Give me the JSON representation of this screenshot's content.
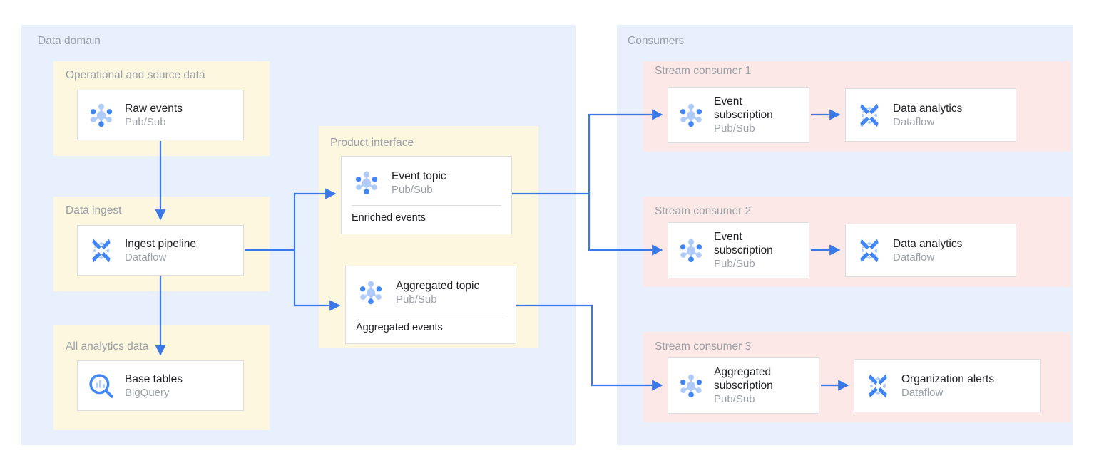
{
  "theme": {
    "panel_outer_bg": "#e8f0fe",
    "panel_yellow_bg": "#fef7e0",
    "panel_pink_bg": "#fce8e6",
    "card_bg": "#ffffff",
    "card_border": "#dadce0",
    "title_color": "#9aa0a6",
    "text_color": "#202124",
    "arrow_color": "#4285f4",
    "icon_dark_blue": "#4285f4",
    "icon_light_blue": "#aecbfa"
  },
  "domains": {
    "data_domain": {
      "title": "Data domain",
      "groups": {
        "operational": {
          "title": "Operational and source data",
          "card": {
            "title": "Raw events",
            "subtitle": "Pub/Sub",
            "icon": "pubsub-icon"
          }
        },
        "data_ingest": {
          "title": "Data ingest",
          "card": {
            "title": "Ingest pipeline",
            "subtitle": "Dataflow",
            "icon": "dataflow-icon"
          }
        },
        "all_analytics": {
          "title": "All analytics data",
          "card": {
            "title": "Base tables",
            "subtitle": "BigQuery",
            "icon": "bigquery-icon"
          }
        },
        "product_interface": {
          "title": "Product interface",
          "cards": [
            {
              "title": "Event topic",
              "subtitle": "Pub/Sub",
              "footer": "Enriched events",
              "icon": "pubsub-icon"
            },
            {
              "title": "Aggregated topic",
              "subtitle": "Pub/Sub",
              "footer": "Aggregated events",
              "icon": "pubsub-icon"
            }
          ]
        }
      }
    },
    "consumers": {
      "title": "Consumers",
      "groups": [
        {
          "title": "Stream consumer 1",
          "cards": [
            {
              "title": "Event subscription",
              "subtitle": "Pub/Sub",
              "icon": "pubsub-icon"
            },
            {
              "title": "Data analytics",
              "subtitle": "Dataflow",
              "icon": "dataflow-icon"
            }
          ]
        },
        {
          "title": "Stream consumer 2",
          "cards": [
            {
              "title": "Event subscription",
              "subtitle": "Pub/Sub",
              "icon": "pubsub-icon"
            },
            {
              "title": "Data analytics",
              "subtitle": "Dataflow",
              "icon": "dataflow-icon"
            }
          ]
        },
        {
          "title": "Stream consumer 3",
          "cards": [
            {
              "title": "Aggregated subscription",
              "subtitle": "Pub/Sub",
              "icon": "pubsub-icon"
            },
            {
              "title": "Organization alerts",
              "subtitle": "Dataflow",
              "icon": "dataflow-icon"
            }
          ]
        }
      ]
    }
  }
}
